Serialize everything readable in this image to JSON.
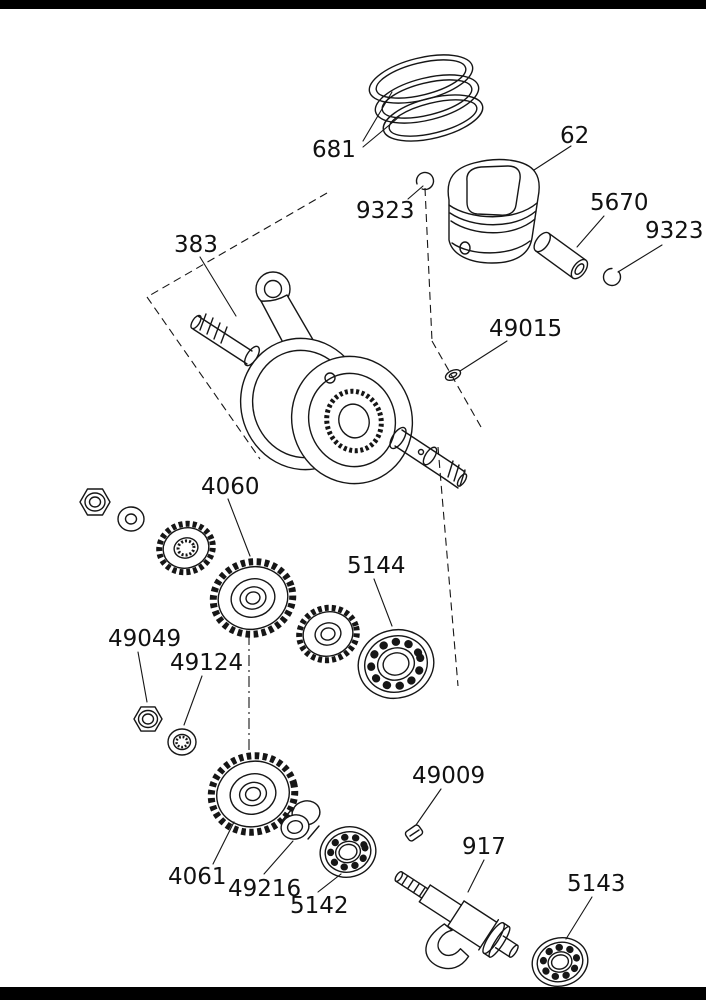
{
  "page": {
    "background": "#ffffff",
    "ink": "#161616",
    "border_bar_color": "#000000"
  },
  "diagram": {
    "labels": {
      "piston_rings": "681",
      "piston": "62",
      "circlip_left": "9323",
      "piston_pin": "5670",
      "circlip_right": "9323",
      "crankshaft": "383",
      "dowel_pin": "49015",
      "gear_upper": "4060",
      "bearing_right": "5144",
      "nut": "49049",
      "washer": "49124",
      "gear_lower": "4061",
      "spacer": "49216",
      "bearing_center": "5142",
      "small_pin": "49009",
      "balancer_shaft": "917",
      "bearing_bottom": "5143"
    }
  }
}
